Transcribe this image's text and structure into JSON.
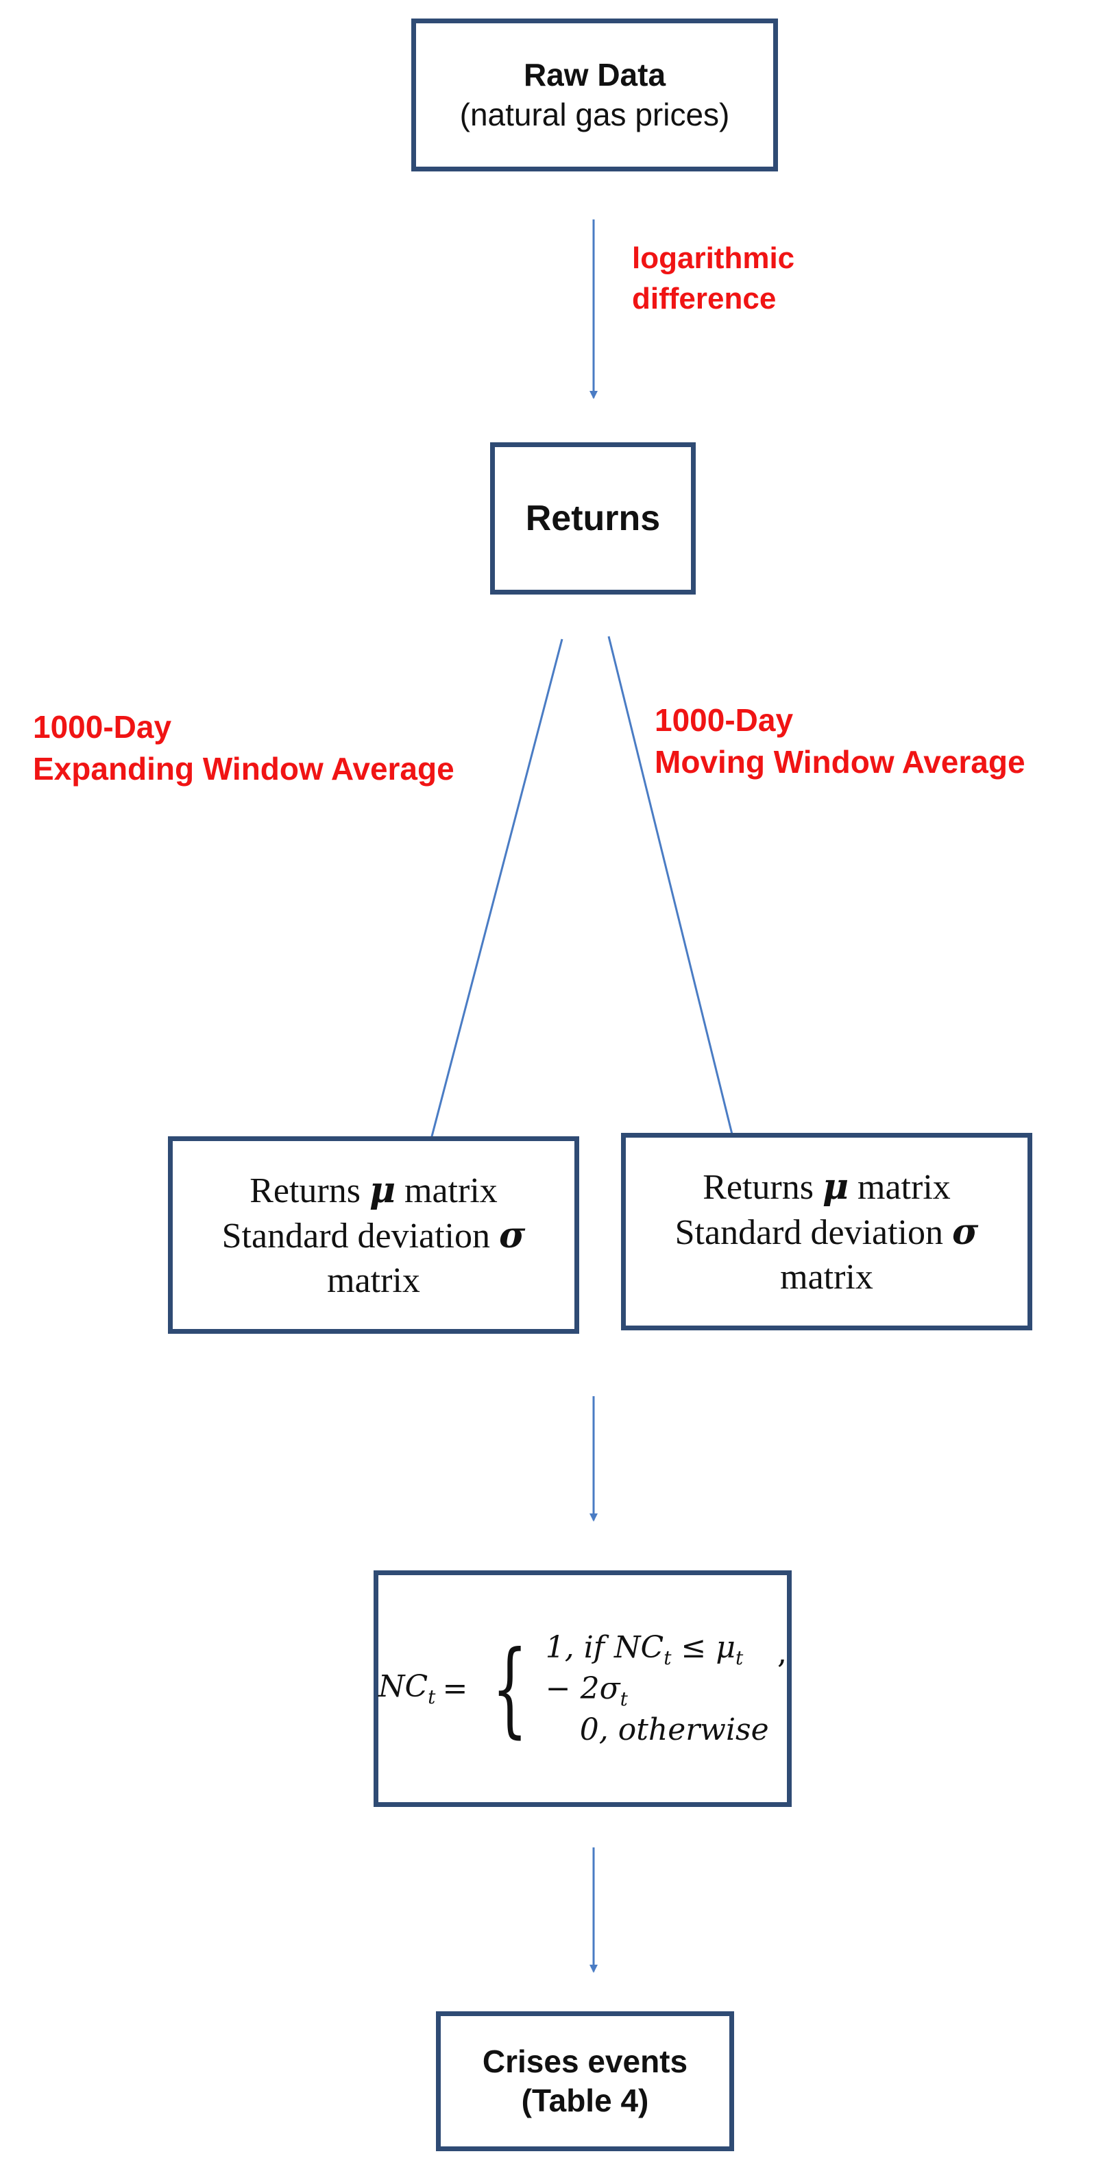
{
  "nodes": {
    "raw_data": {
      "title": "Raw Data",
      "subtitle": "(natural gas prices)"
    },
    "returns": {
      "title": "Returns"
    },
    "matrix_left": {
      "line1_text": "Returns",
      "line1_symbol": "μ",
      "line1_suffix": "matrix",
      "line2_text": "Standard deviation",
      "line2_symbol": "σ",
      "line3": "matrix"
    },
    "matrix_right": {
      "line1_text": "Returns",
      "line1_symbol": "μ",
      "line1_suffix": "matrix",
      "line2_text": "Standard deviation",
      "line2_symbol": "σ",
      "line3": "matrix"
    },
    "formula": {
      "lhs": "NC",
      "lhs_sub": "t",
      "eq": "=",
      "case1": "1, if NC",
      "case1_sub": "t",
      "case1_rest": " ≤ μ",
      "case1_sub2": "t",
      "case1_rest2": " − 2σ",
      "case1_sub3": "t",
      "case2": "0, otherwise",
      "trailing": ","
    },
    "crises": {
      "title": "Crises events",
      "subtitle": "(Table 4)"
    }
  },
  "edge_labels": {
    "log_diff": [
      "logarithmic",
      "difference"
    ],
    "expanding": [
      "1000-Day",
      "Expanding Window Average"
    ],
    "moving": [
      "1000-Day",
      "Moving Window Average"
    ]
  },
  "colors": {
    "box_border": "#2f4b74",
    "arrow": "#4a7cc4",
    "label_red": "#f01414"
  }
}
